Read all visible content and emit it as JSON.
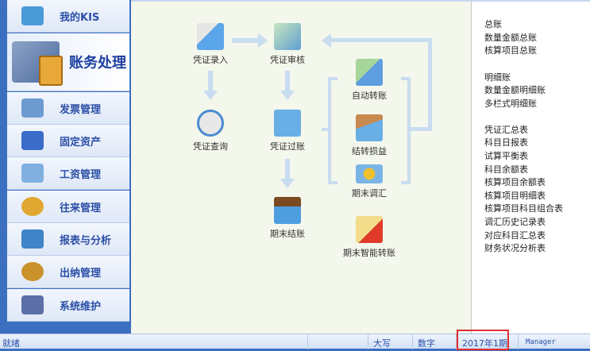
{
  "sidebar": {
    "items": [
      {
        "label": "我的KIS",
        "icon": "monitor-icon",
        "color": "#4a9ad8"
      },
      {
        "label": "账务处理",
        "icon": "money-calculator-icon",
        "selected": true
      },
      {
        "label": "发票管理",
        "icon": "folder-gear-icon",
        "color": "#6d9bd0"
      },
      {
        "label": "固定资产",
        "icon": "house-icon",
        "color": "#3a6cc8"
      },
      {
        "label": "工资管理",
        "icon": "cash-hand-icon",
        "color": "#7fb0e0"
      },
      {
        "label": "往来管理",
        "icon": "money-bag-arrows-icon",
        "color": "#e0a830"
      },
      {
        "label": "报表与分析",
        "icon": "report-icon",
        "color": "#3f84c8"
      },
      {
        "label": "出纳管理",
        "icon": "cashier-icon",
        "color": "#c9922a"
      },
      {
        "label": "系统维护",
        "icon": "tools-icon",
        "color": "#5c6fa8"
      }
    ]
  },
  "flow": {
    "voucher_entry": "凭证录入",
    "voucher_audit": "凭证审核",
    "voucher_query": "凭证查询",
    "voucher_post": "凭证过账",
    "period_close": "期末结账",
    "auto_transfer": "自动转账",
    "carry_profit_loss": "结转损益",
    "period_exchange_adjust": "期末调汇",
    "period_smart_transfer": "期末智能转账"
  },
  "reports": {
    "groups": [
      [
        "总账",
        "数量金额总账",
        "核算项目总账"
      ],
      [
        "明细账",
        "数量金额明细账",
        "多栏式明细账"
      ],
      [
        "凭证汇总表",
        "科目日报表",
        "试算平衡表",
        "科目余额表",
        "核算项目余额表",
        "核算项目明细表",
        "核算项目科目组合表",
        "调汇历史记录表",
        "对应科目汇总表",
        "财务状况分析表"
      ]
    ]
  },
  "status": {
    "ready": "就绪",
    "caps": "大写",
    "num": "数字",
    "period": "2017年1期",
    "user": "Manager"
  }
}
